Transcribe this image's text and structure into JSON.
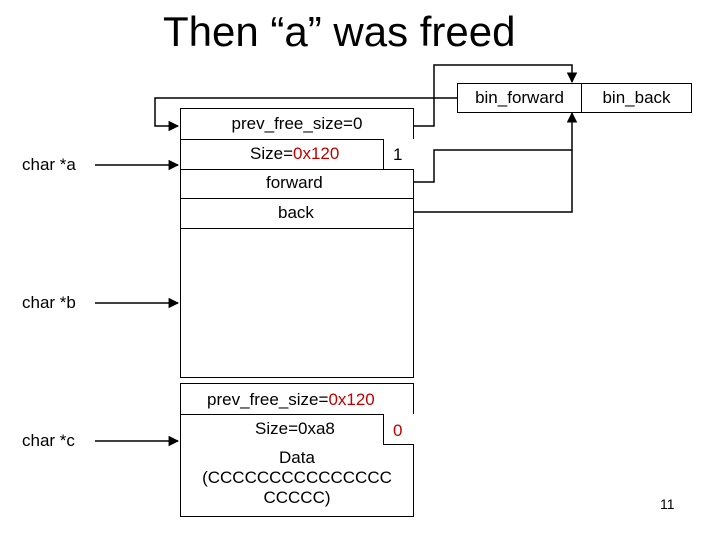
{
  "title": "Then “a” was freed",
  "bins": {
    "forward": "bin_forward",
    "back": "bin_back"
  },
  "pointers": {
    "a": "char *a",
    "b": "char *b",
    "c": "char *c"
  },
  "chunk_a": {
    "prev_free_size": "prev_free_size=0",
    "size_label": "Size=",
    "size_value": "0x120",
    "flag": "1",
    "forward": "forward",
    "back": "back"
  },
  "chunk_c": {
    "prev_free_size_label": "prev_free_size=",
    "prev_free_size_value": "0x120",
    "size": "Size=0xa8",
    "flag": "0",
    "data_line1": "Data",
    "data_line2": "(CCCCCCCCCCCCCCC",
    "data_line3": "CCCCC)"
  },
  "page_number": "11",
  "colors": {
    "highlight": "#c00000",
    "line": "#000000"
  }
}
